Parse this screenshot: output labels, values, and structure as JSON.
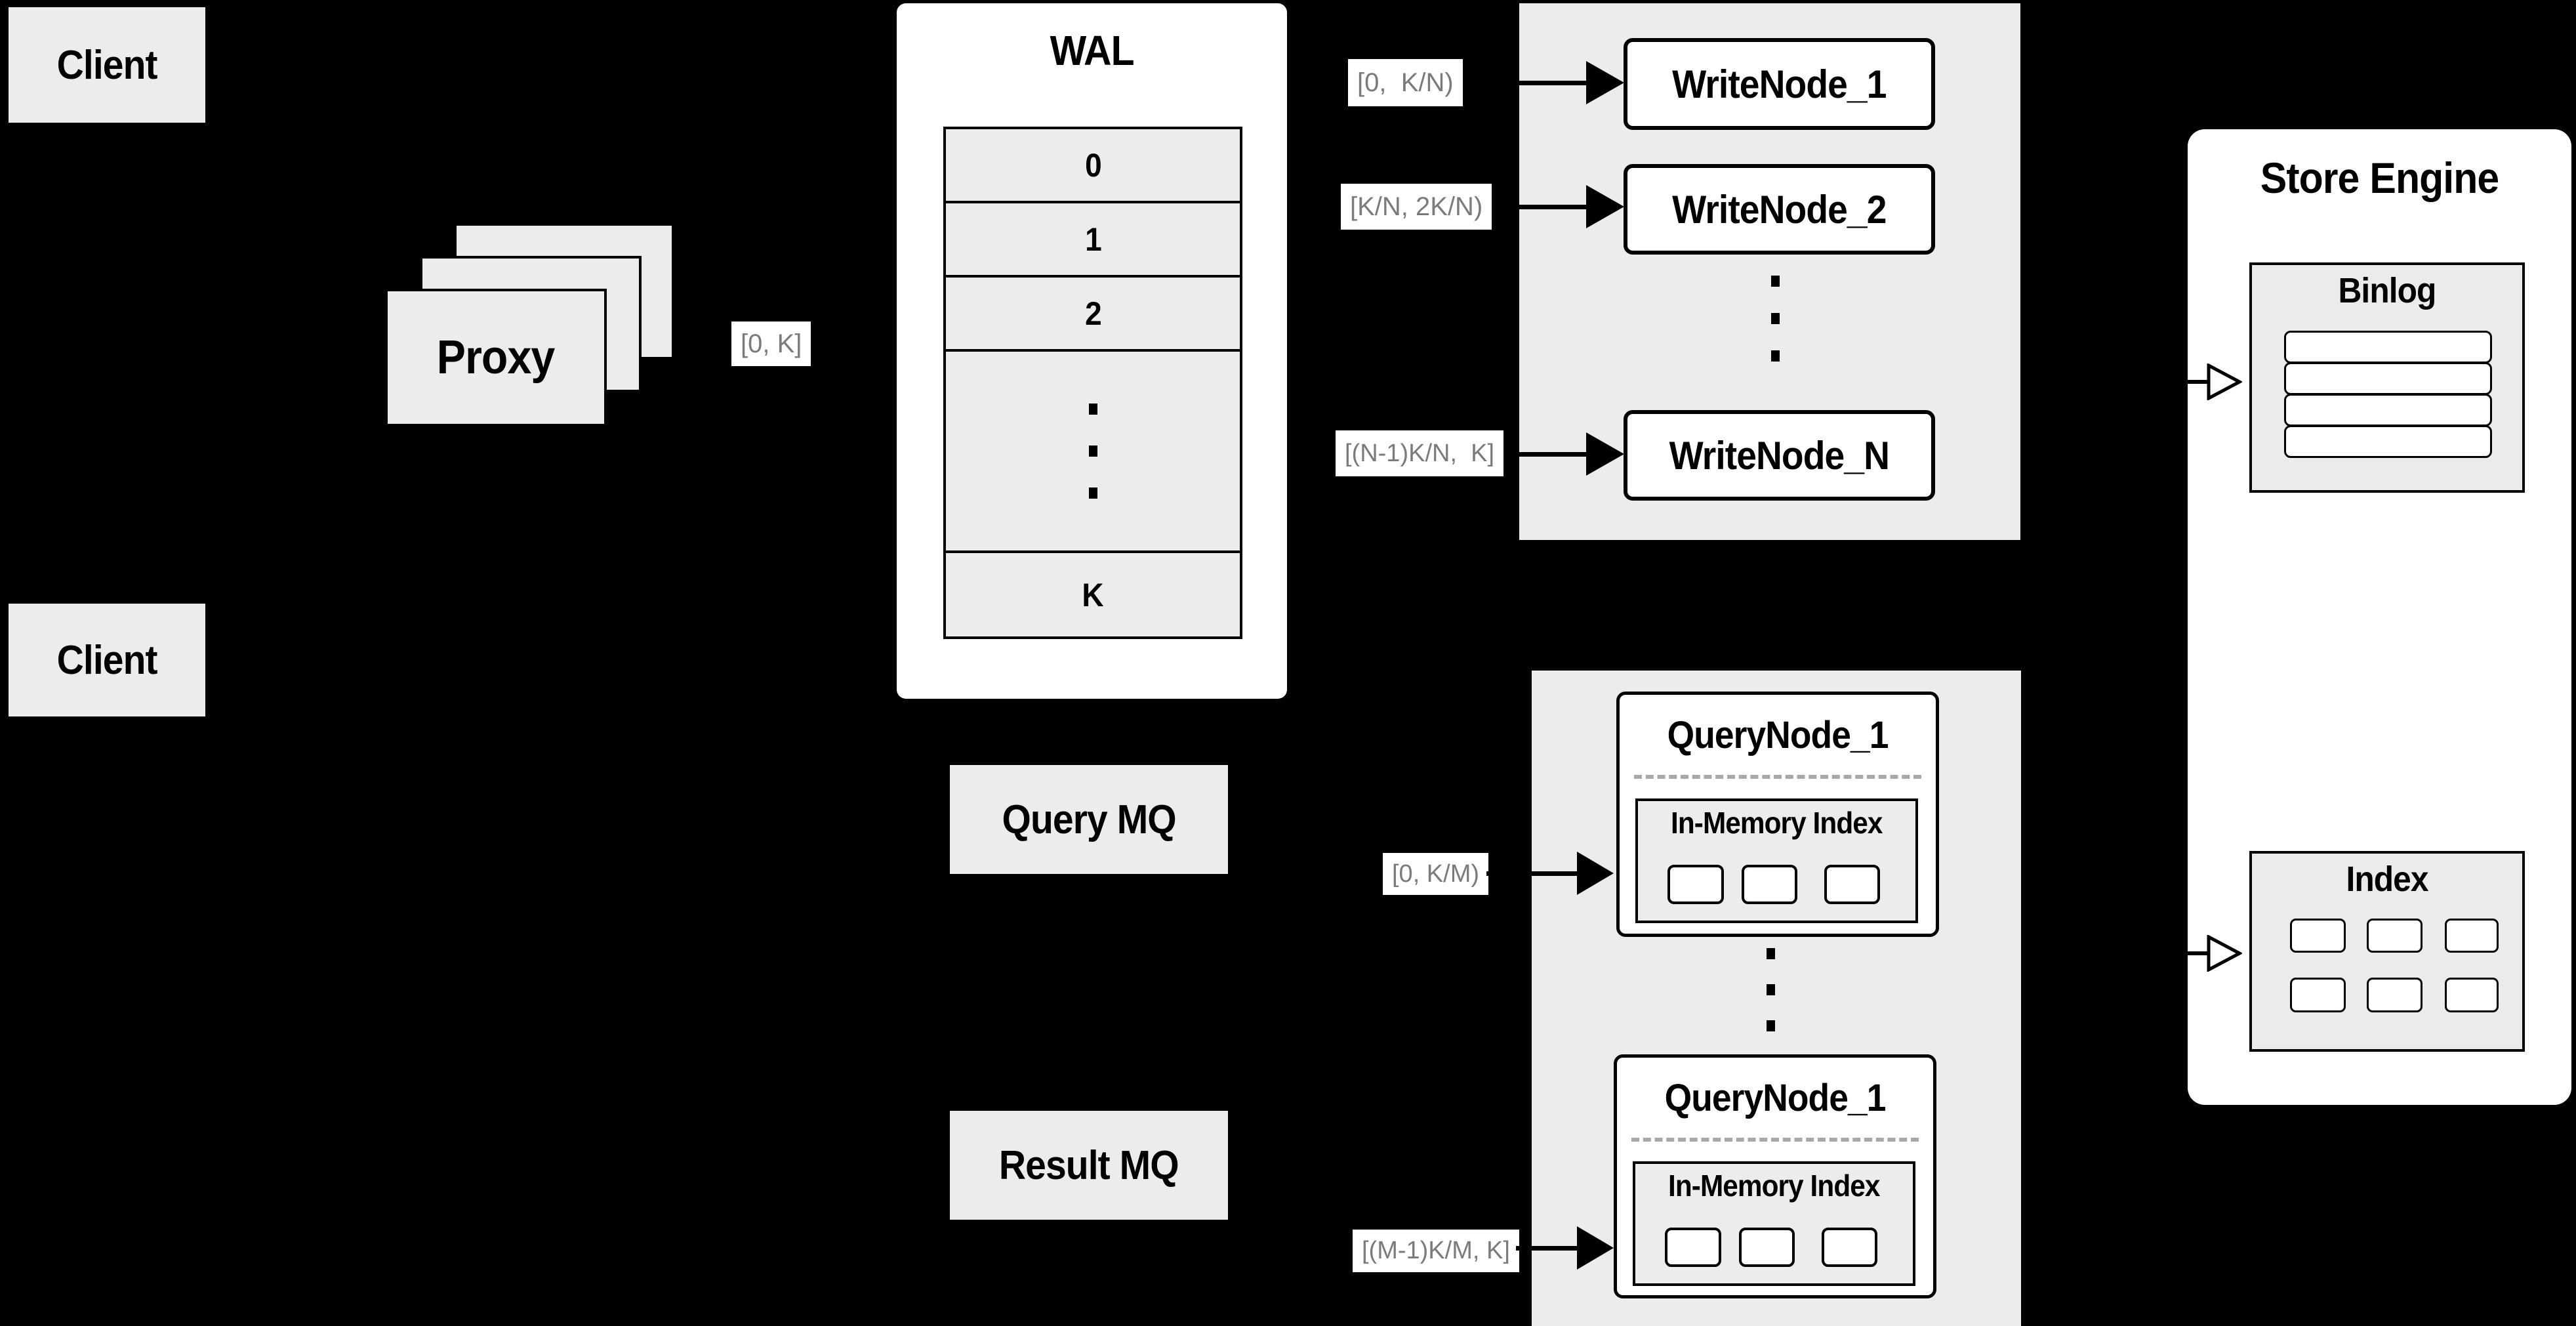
{
  "colors": {
    "background": "#000000",
    "panel_gray": "#ececec",
    "white": "#ffffff",
    "border": "#000000",
    "edge_label_text": "#7b7b7b",
    "dashed_divider": "#a8a8a8"
  },
  "clients": {
    "top": "Client",
    "bottom": "Client"
  },
  "proxy": {
    "label": "Proxy"
  },
  "wal": {
    "title": "WAL",
    "cells": [
      "0",
      "1",
      "2"
    ],
    "tail_cell": "K"
  },
  "edge_labels": {
    "proxy_to_wal": "[0, K]",
    "to_write_node_1": "[0,  K/N)",
    "to_write_node_2": "[K/N, 2K/N)",
    "to_write_node_n": "[(N-1)K/N,  K]",
    "to_query_node_1": "[0, K/M)",
    "to_query_node_2": "[(M-1)K/M, K]"
  },
  "write_group": {
    "node_1": "WriteNode_1",
    "node_2": "WriteNode_2",
    "node_n": "WriteNode_N"
  },
  "mq": {
    "query": "Query MQ",
    "result": "Result MQ"
  },
  "query_group": {
    "card_1": {
      "title": "QueryNode_1",
      "panel_title": "In-Memory Index"
    },
    "card_2": {
      "title": "QueryNode_1",
      "panel_title": "In-Memory Index"
    }
  },
  "store_engine": {
    "title": "Store Engine",
    "binlog_title": "Binlog",
    "index_title": "Index"
  },
  "icons": {
    "vertical_ellipsis_squares": 3
  }
}
